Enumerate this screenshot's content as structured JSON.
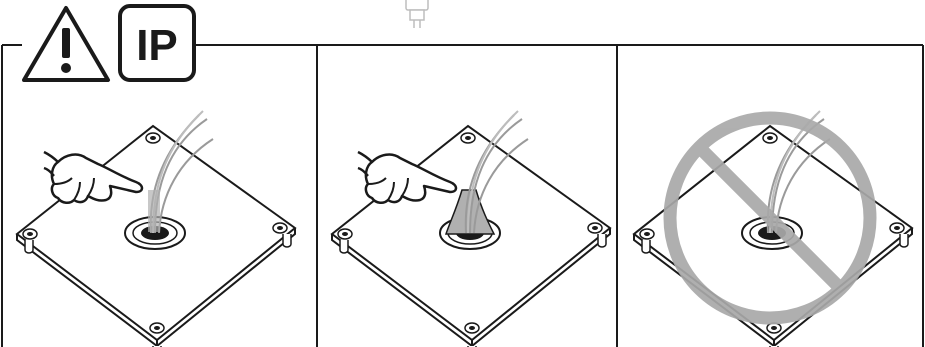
{
  "header": {
    "warning_icon": "warning-triangle-icon",
    "ip_badge_label": "IP",
    "ip_badge_icon": "ip-rating-icon",
    "top_icon": "connector-plug-icon"
  },
  "panels": [
    {
      "id": "panel-1",
      "hand": "pointing-hand-icon",
      "grommet": "cable-grommet-unsealed"
    },
    {
      "id": "panel-2",
      "hand": "pointing-hand-icon",
      "grommet": "cable-grommet-sealed"
    },
    {
      "id": "panel-3",
      "prohibition": "prohibited-icon",
      "grommet": "cable-grommet-unsealed"
    }
  ],
  "colors": {
    "line": "#1a1a1a",
    "cable": "#9a9a9a",
    "sealant": "#b0b0b0",
    "prohibition": "#a9a9a9"
  }
}
